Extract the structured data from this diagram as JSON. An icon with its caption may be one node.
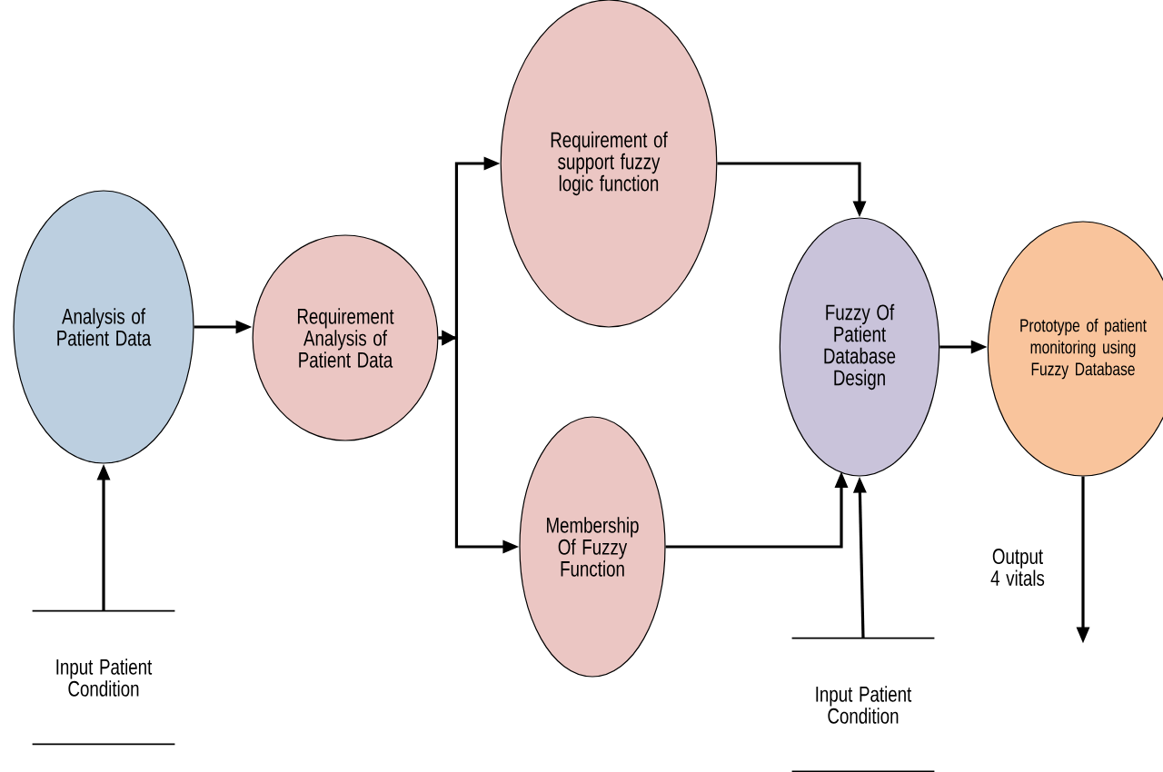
{
  "diagram": {
    "nodes": [
      {
        "text": [
          "Analysis of Patient Data"
        ]
      },
      {
        "text": [
          "Requirement Analysis of Patient Data"
        ]
      },
      {
        "text": [
          "Requirement of support fuzzy logic function"
        ]
      },
      {
        "text": [
          "Membership Of Fuzzy Function"
        ]
      },
      {
        "text": [
          "Fuzzy Of Patient Database Design"
        ]
      },
      {
        "text": [
          "Prototype of patient monitoring using Fuzzy Database"
        ]
      },
      {
        "text": [
          "Input Patient Condition"
        ]
      },
      {
        "text": [
          "Input Patient Condition"
        ]
      }
    ],
    "edges": [
      {
        "from": 6,
        "to": 0,
        "arrow": "to"
      },
      {
        "from": 0,
        "to": 1,
        "arrow": "to"
      },
      {
        "from": 1,
        "to": 2,
        "arrow": "to"
      },
      {
        "from": 1,
        "to": 3,
        "arrow": "to"
      },
      {
        "from": 2,
        "to": 4,
        "arrow": "to"
      },
      {
        "from": 3,
        "to": 4,
        "arrow": "to"
      },
      {
        "from": 7,
        "to": 4,
        "arrow": "to"
      },
      {
        "from": 4,
        "to": 5,
        "arrow": "to"
      },
      {
        "from": 5,
        "to": null,
        "arrow": "to",
        "label": "Output 4 vitals"
      }
    ]
  }
}
